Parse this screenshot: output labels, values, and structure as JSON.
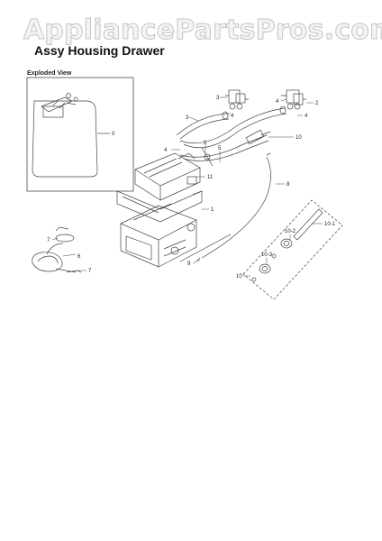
{
  "watermark": "AppliancePartsPros.com",
  "title": "Assy Housing Drawer",
  "inset_label": "Exploded View",
  "callouts": {
    "c0": "0",
    "c1": "1",
    "c2": "2",
    "c3a": "3",
    "c3b": "3",
    "c4a": "4",
    "c4b": "4",
    "c4c": "4",
    "c4d": "4",
    "c5a": "5",
    "c5b": "5",
    "c6": "6",
    "c7a": "7",
    "c7b": "7",
    "c8": "8",
    "c9": "9",
    "c10": "10",
    "c10b": "10",
    "c10_1": "10-1",
    "c10_2": "10-2",
    "c10_3": "10-3",
    "c11": "11"
  }
}
